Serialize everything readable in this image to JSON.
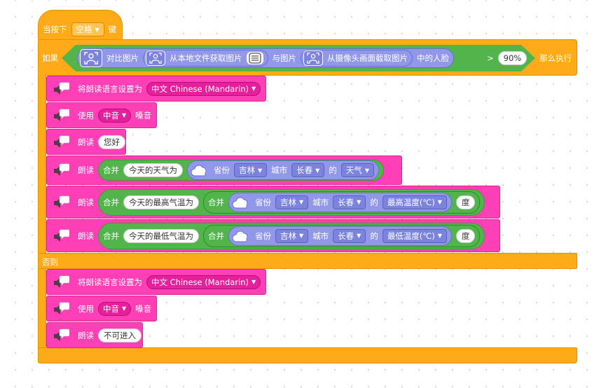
{
  "hat": {
    "label": "当按下",
    "key": "空格",
    "suffix": "键"
  },
  "if_block": {
    "if_label": "如果",
    "then_label": "那么执行",
    "else_label": "否则",
    "compare": {
      "prefix": "对比图片",
      "source1": "从本地文件获取图片",
      "middle": "与图片",
      "source2": "从摄像头画面截取图片",
      "suffix": "中的人脸",
      "operator": ">",
      "threshold": "90%"
    }
  },
  "then_blocks": {
    "set_lang": {
      "label": "将朗读语言设置为",
      "value": "中文 Chinese (Mandarin)"
    },
    "voice": {
      "label": "使用",
      "value": "中音",
      "suffix": "嗓音"
    },
    "speak_hello": {
      "label": "朗读",
      "text": "您好"
    },
    "speak_weather": {
      "label": "朗读",
      "join": "合并",
      "text": "今天的天气为",
      "province_label": "省份",
      "province": "吉林",
      "city_label": "城市",
      "city": "长春",
      "of_label": "的",
      "field": "天气"
    },
    "speak_high": {
      "label": "朗读",
      "join": "合并",
      "text": "今天的最高气温为",
      "inner_join": "合并",
      "province_label": "省份",
      "province": "吉林",
      "city_label": "城市",
      "city": "长春",
      "of_label": "的",
      "field": "最高温度(℃)",
      "unit": "度"
    },
    "speak_low": {
      "label": "朗读",
      "join": "合并",
      "text": "今天的最低气温为",
      "inner_join": "合并",
      "province_label": "省份",
      "province": "吉林",
      "city_label": "城市",
      "city": "长春",
      "of_label": "的",
      "field": "最低温度(℃)",
      "unit": "度"
    }
  },
  "else_blocks": {
    "set_lang": {
      "label": "将朗读语言设置为",
      "value": "中文 Chinese (Mandarin)"
    },
    "voice": {
      "label": "使用",
      "value": "中音",
      "suffix": "嗓音"
    },
    "speak": {
      "label": "朗读",
      "text": "不可进入"
    }
  },
  "icons": {
    "speaker": "speaker-bubble-icon",
    "face": "face-image-icon",
    "file": "file-list-icon",
    "weather": "cloud-icon",
    "dropdown": "caret-down-icon"
  },
  "colors": {
    "control": "#ffab19",
    "speech": "#ff3fb6",
    "operator": "#52b54b",
    "extension": "#9198ea"
  }
}
